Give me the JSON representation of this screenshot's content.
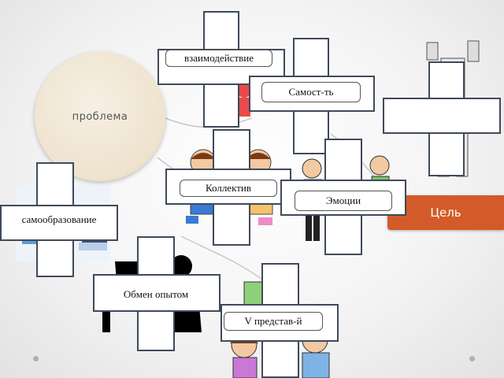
{
  "center_circle": {
    "label": "проблема"
  },
  "goal": {
    "label": "Цель"
  },
  "crosses": [
    {
      "id": "interaction",
      "label": "взаимодействие"
    },
    {
      "id": "independence",
      "label": "Самост-ть"
    },
    {
      "id": "collective",
      "label": "Коллектив"
    },
    {
      "id": "emotions",
      "label": "Эмоции"
    },
    {
      "id": "self_education",
      "label": "самообразование"
    },
    {
      "id": "experience_exchange",
      "label": "Обмен опытом"
    },
    {
      "id": "presentation",
      "label": "V представ-й"
    },
    {
      "id": "blank_right",
      "label": ""
    }
  ],
  "colors": {
    "cross_border": "#3f4a5a",
    "goal_bg": "#d35b29",
    "circle_bg": "#efe3ce"
  }
}
